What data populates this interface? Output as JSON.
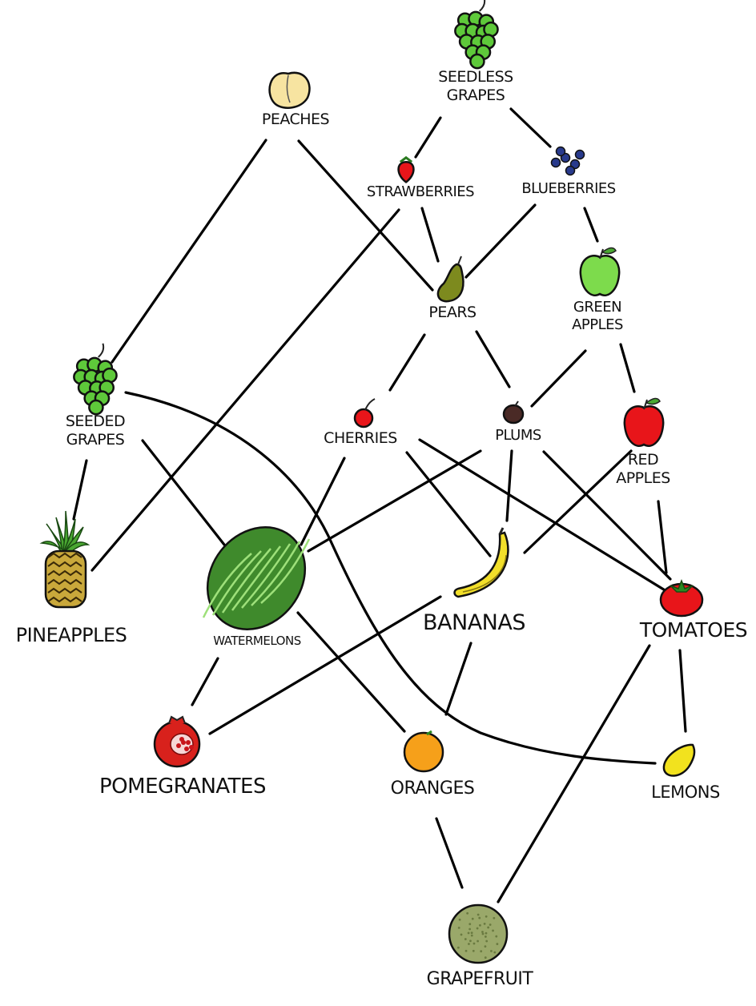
{
  "fruits": {
    "seedless_grapes": {
      "lines": [
        "SEEDLESS",
        "GRAPES"
      ],
      "color": "#5ec93a"
    },
    "peaches": {
      "lines": [
        "PEACHES"
      ],
      "color": "#f7e4a1"
    },
    "strawberries": {
      "lines": [
        "STRAWBERRIES"
      ],
      "color": "#e8151a"
    },
    "blueberries": {
      "lines": [
        "BLUEBERRIES"
      ],
      "color": "#283a8c"
    },
    "pears": {
      "lines": [
        "PEARS"
      ],
      "color": "#7d8a1e"
    },
    "green_apples": {
      "lines": [
        "GREEN",
        "APPLES"
      ],
      "color": "#7ddb4c"
    },
    "seeded_grapes": {
      "lines": [
        "SEEDED",
        "GRAPES"
      ],
      "color": "#5ec93a"
    },
    "cherries": {
      "lines": [
        "CHERRIES"
      ],
      "color": "#e8151a"
    },
    "plums": {
      "lines": [
        "PLUMS"
      ],
      "color": "#4a2a26"
    },
    "red_apples": {
      "lines": [
        "RED",
        "APPLES"
      ],
      "color": "#e8151a"
    },
    "pineapples": {
      "lines": [
        "PINEAPPLES"
      ],
      "color": "#c9a83b"
    },
    "watermelons": {
      "lines": [
        "WATERMELONS"
      ],
      "color": "#3f8a2c"
    },
    "bananas": {
      "lines": [
        "BANANAS"
      ],
      "color": "#f2df2a"
    },
    "tomatoes": {
      "lines": [
        "TOMATOES"
      ],
      "color": "#e8151a"
    },
    "pomegranates": {
      "lines": [
        "POMEGRANATES"
      ],
      "color": "#d8211c"
    },
    "oranges": {
      "lines": [
        "ORANGES"
      ],
      "color": "#f6a01a"
    },
    "lemons": {
      "lines": [
        "LEMONS"
      ],
      "color": "#f2e21e"
    },
    "grapefruit": {
      "lines": [
        "GRAPEFRUIT"
      ],
      "color": "#9aa86a"
    }
  },
  "edges": [
    [
      "seedless_grapes",
      "strawberries"
    ],
    [
      "seedless_grapes",
      "blueberries"
    ],
    [
      "peaches",
      "seeded_grapes"
    ],
    [
      "peaches",
      "pears"
    ],
    [
      "strawberries",
      "pears"
    ],
    [
      "strawberries",
      "pineapples"
    ],
    [
      "blueberries",
      "pears"
    ],
    [
      "blueberries",
      "green_apples"
    ],
    [
      "pears",
      "cherries"
    ],
    [
      "pears",
      "plums"
    ],
    [
      "green_apples",
      "plums"
    ],
    [
      "green_apples",
      "red_apples"
    ],
    [
      "seeded_grapes",
      "pineapples"
    ],
    [
      "seeded_grapes",
      "watermelons"
    ],
    [
      "seeded_grapes",
      "lemons"
    ],
    [
      "cherries",
      "watermelons"
    ],
    [
      "cherries",
      "bananas"
    ],
    [
      "cherries",
      "tomatoes"
    ],
    [
      "plums",
      "watermelons"
    ],
    [
      "plums",
      "bananas"
    ],
    [
      "plums",
      "tomatoes"
    ],
    [
      "red_apples",
      "bananas"
    ],
    [
      "red_apples",
      "tomatoes"
    ],
    [
      "watermelons",
      "pomegranates"
    ],
    [
      "watermelons",
      "oranges"
    ],
    [
      "bananas",
      "pomegranates"
    ],
    [
      "bananas",
      "oranges"
    ],
    [
      "tomatoes",
      "lemons"
    ],
    [
      "tomatoes",
      "grapefruit"
    ],
    [
      "oranges",
      "grapefruit"
    ]
  ]
}
